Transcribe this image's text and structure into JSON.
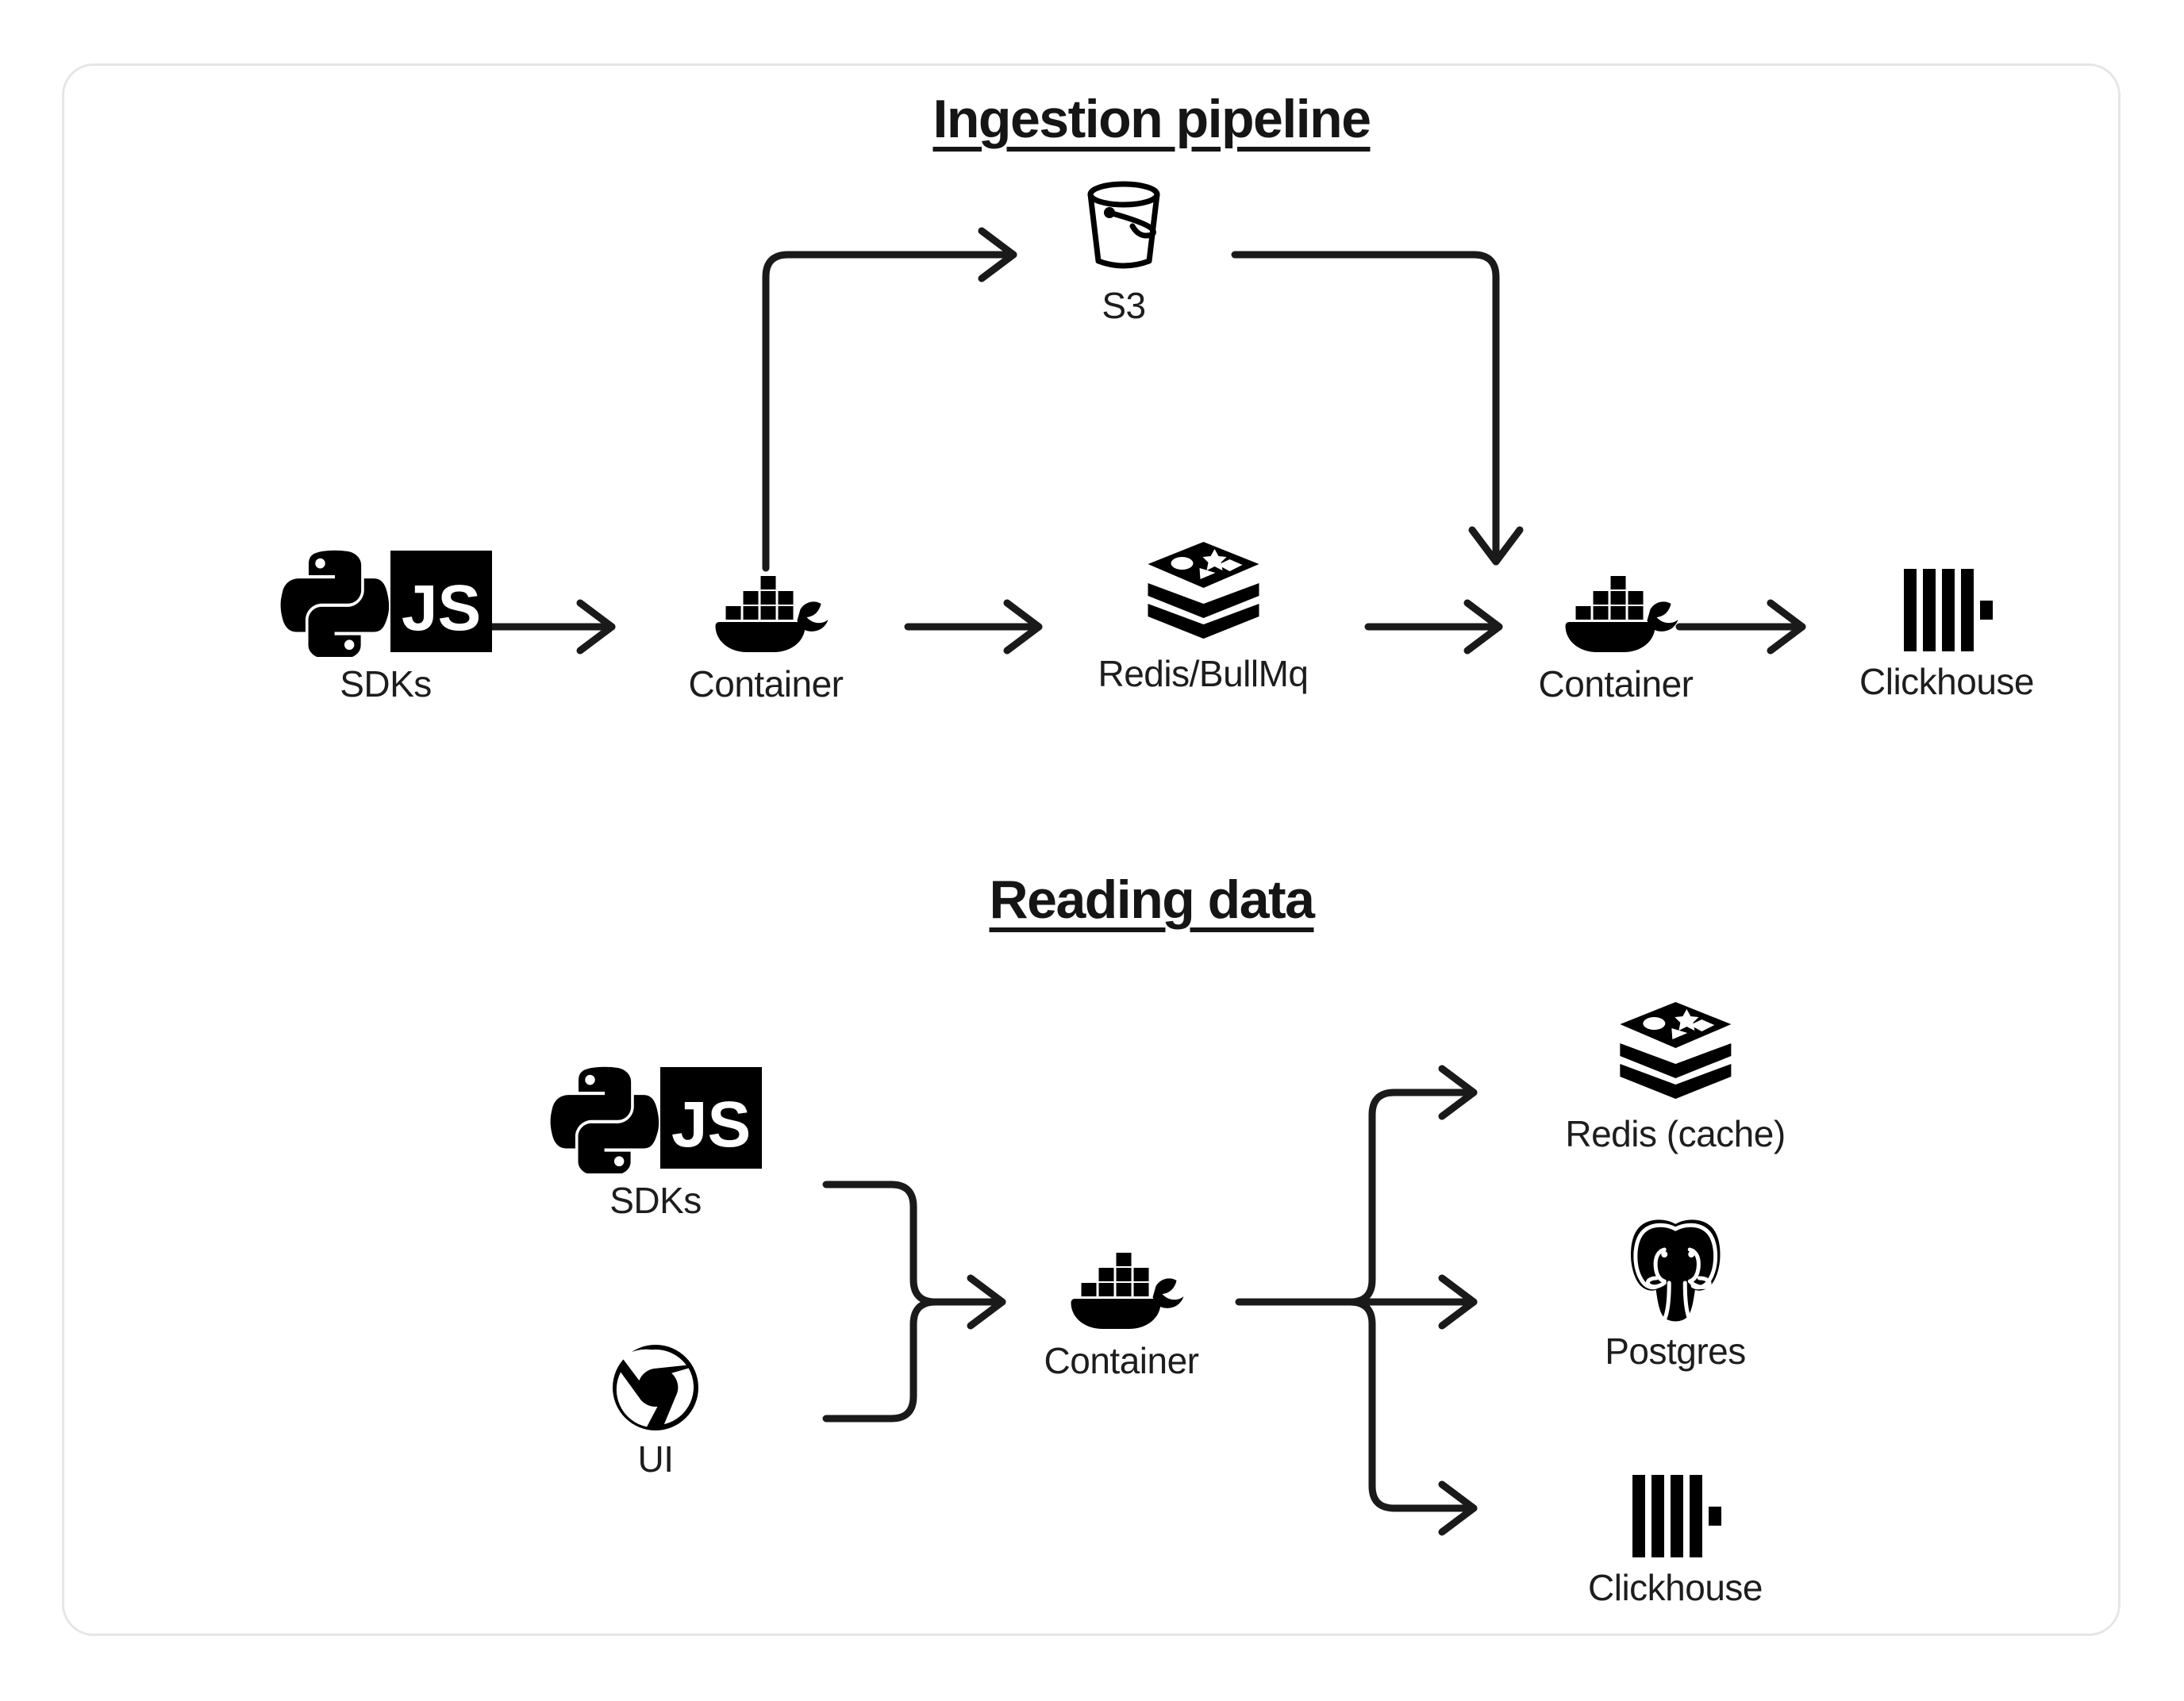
{
  "diagram": {
    "title_ingestion": "Ingestion pipeline",
    "title_reading": "Reading data",
    "border_color": "#e6e6e6",
    "stroke_color": "#1a1a1a",
    "icon_color": "#000000"
  },
  "ingestion": {
    "title": "Ingestion pipeline",
    "nodes": [
      {
        "id": "sdks",
        "label": "SDKs",
        "icon": "python-js-icon"
      },
      {
        "id": "container-1",
        "label": "Container",
        "icon": "docker-icon"
      },
      {
        "id": "s3",
        "label": "S3",
        "icon": "bucket-icon"
      },
      {
        "id": "redis-bullmq",
        "label": "Redis/BullMq",
        "icon": "redis-icon"
      },
      {
        "id": "container-2",
        "label": "Container",
        "icon": "docker-icon"
      },
      {
        "id": "clickhouse",
        "label": "Clickhouse",
        "icon": "clickhouse-icon"
      }
    ],
    "edges": [
      {
        "from": "sdks",
        "to": "container-1",
        "style": "straight"
      },
      {
        "from": "container-1",
        "to": "s3",
        "style": "elbow-up-right"
      },
      {
        "from": "container-1",
        "to": "redis-bullmq",
        "style": "straight"
      },
      {
        "from": "redis-bullmq",
        "to": "container-2",
        "style": "straight"
      },
      {
        "from": "s3",
        "to": "container-2",
        "style": "elbow-right-down"
      },
      {
        "from": "container-2",
        "to": "clickhouse",
        "style": "straight"
      }
    ]
  },
  "reading": {
    "title": "Reading data",
    "nodes": [
      {
        "id": "sdks",
        "label": "SDKs",
        "icon": "python-js-icon"
      },
      {
        "id": "ui",
        "label": "UI",
        "icon": "chrome-icon"
      },
      {
        "id": "container",
        "label": "Container",
        "icon": "docker-icon"
      },
      {
        "id": "redis-cache",
        "label": "Redis (cache)",
        "icon": "redis-icon"
      },
      {
        "id": "postgres",
        "label": "Postgres",
        "icon": "postgres-icon"
      },
      {
        "id": "clickhouse",
        "label": "Clickhouse",
        "icon": "clickhouse-icon"
      }
    ],
    "edges": [
      {
        "from": "sdks",
        "to": "container",
        "style": "merge-from-top"
      },
      {
        "from": "ui",
        "to": "container",
        "style": "merge-from-bottom"
      },
      {
        "from": "container",
        "to": "redis-cache",
        "style": "branch-up"
      },
      {
        "from": "container",
        "to": "postgres",
        "style": "straight"
      },
      {
        "from": "container",
        "to": "clickhouse",
        "style": "branch-down"
      }
    ]
  },
  "js_badge": {
    "text": "JS"
  }
}
